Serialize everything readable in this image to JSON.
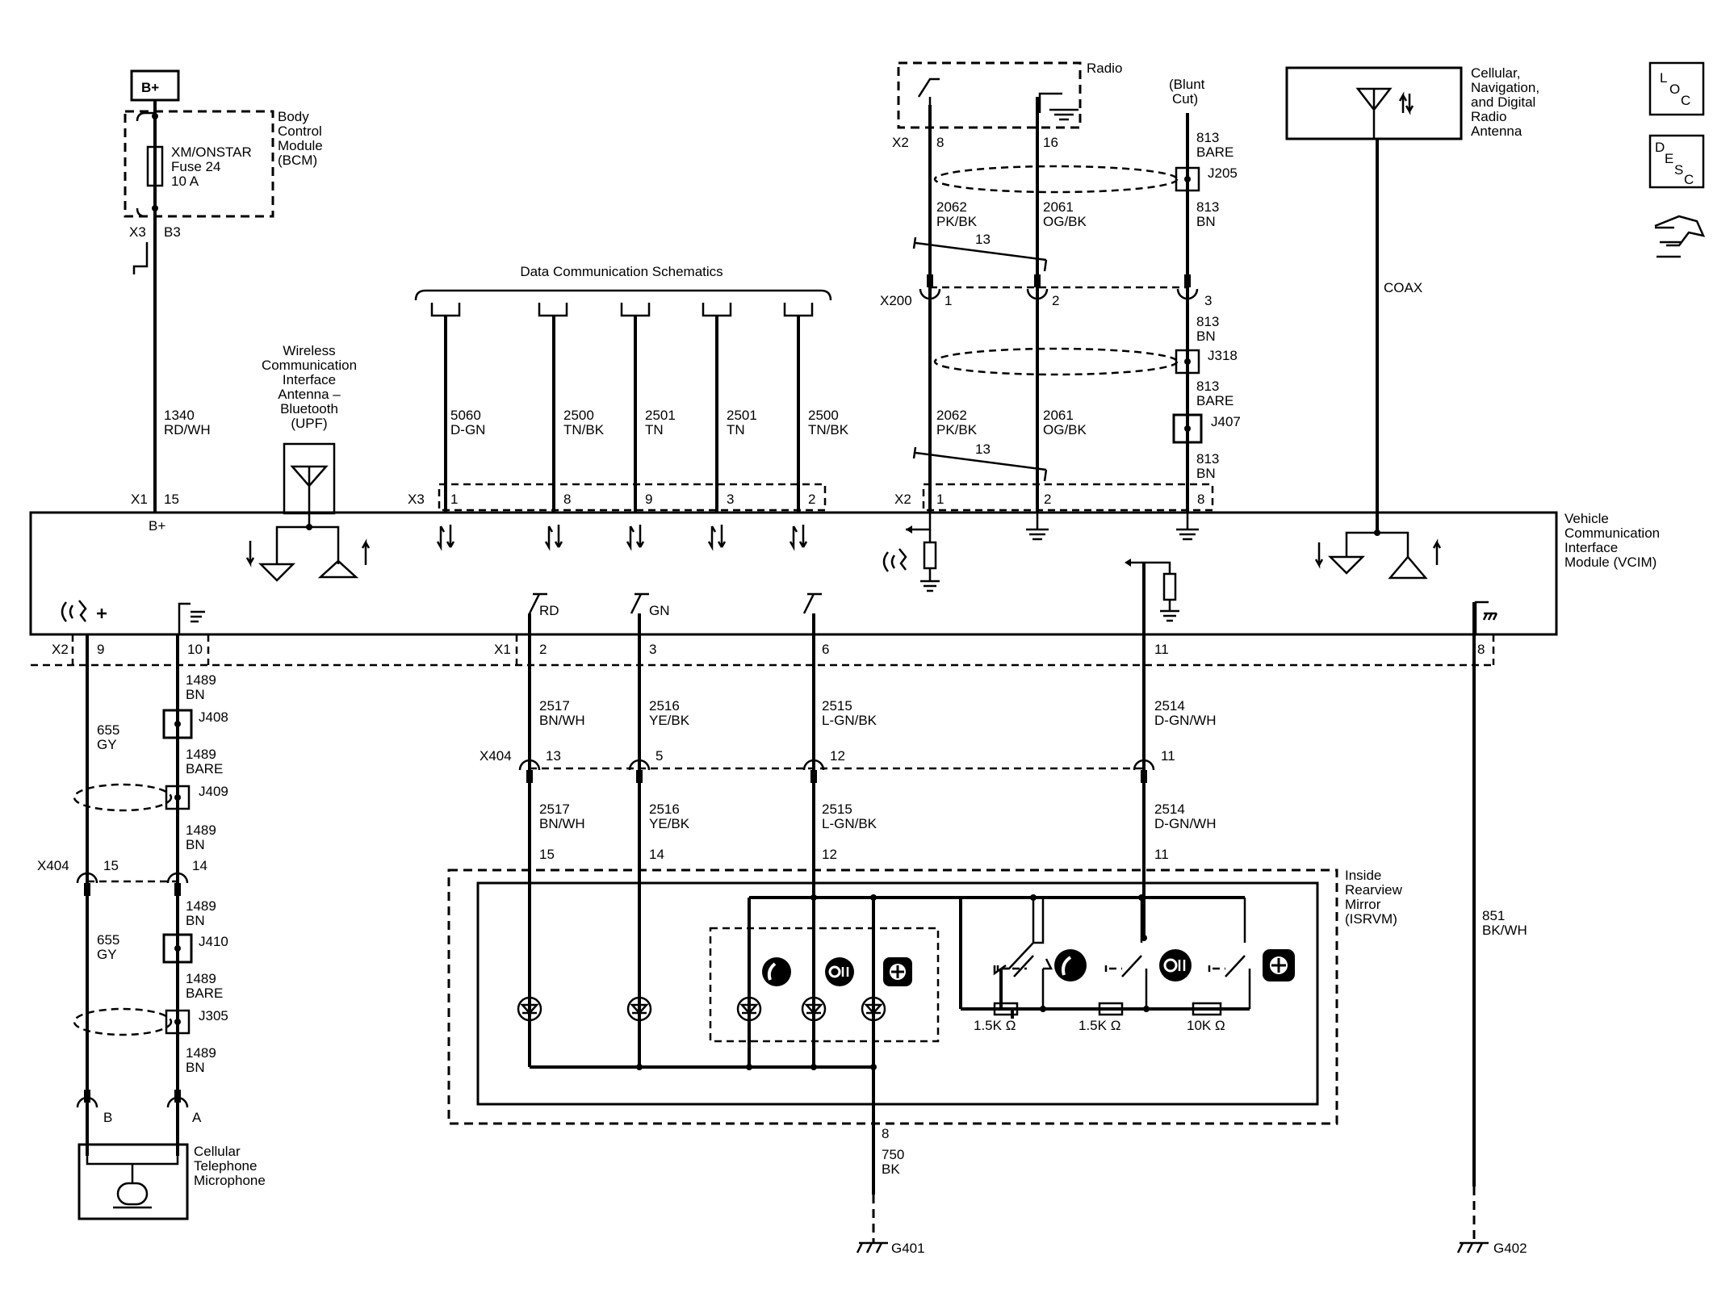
{
  "title_bplus": "B+",
  "bcm": {
    "name_lines": [
      "Body",
      "Control",
      "Module",
      "(BCM)"
    ],
    "fuse_lines": [
      "XM/ONSTAR",
      "Fuse 24",
      "10 A"
    ],
    "connector": "X3",
    "pin": "B3"
  },
  "radio": {
    "name": "Radio",
    "connector": "X2",
    "pins": [
      "8",
      "16"
    ],
    "blunt_cut": [
      "(Blunt",
      "Cut)"
    ]
  },
  "antenna": {
    "name_lines": [
      "Cellular,",
      "Navigation,",
      "and Digital",
      "Radio",
      "Antenna"
    ],
    "coax": "COAX"
  },
  "nav_icons": {
    "loc": [
      "L",
      "O",
      "C"
    ],
    "desc": [
      "D",
      "E",
      "S",
      "C"
    ]
  },
  "wireless_antenna": {
    "name_lines": [
      "Wireless",
      "Communication",
      "Interface",
      "Antenna –",
      "Bluetooth",
      "(UPF)"
    ]
  },
  "data_comm": {
    "title": "Data Communication Schematics",
    "wires": [
      {
        "circuit": "5060",
        "color": "D-GN",
        "pin": "1"
      },
      {
        "circuit": "2500",
        "color": "TN/BK",
        "pin": "8"
      },
      {
        "circuit": "2501",
        "color": "TN",
        "pin": "9"
      },
      {
        "circuit": "2501",
        "color": "TN",
        "pin": "3"
      },
      {
        "circuit": "2500",
        "color": "TN/BK",
        "pin": "2"
      }
    ],
    "connector": "X3"
  },
  "power_wire": {
    "circuit": "1340",
    "color": "RD/WH",
    "connector": "X1",
    "pin": "15",
    "label": "B+"
  },
  "radio_wires": {
    "upper": [
      {
        "circuit": "2062",
        "color": "PK/BK"
      },
      {
        "circuit": "2061",
        "color": "OG/BK"
      }
    ],
    "twist": "13",
    "x200": "X200",
    "x200_pins": [
      "1",
      "2",
      "3"
    ],
    "lower": [
      {
        "circuit": "2062",
        "color": "PK/BK"
      },
      {
        "circuit": "2061",
        "color": "OG/BK"
      }
    ],
    "twist_lower": "13",
    "vcim_connector": "X2",
    "vcim_pins": [
      "1",
      "2",
      "8"
    ]
  },
  "drain": {
    "segments": [
      {
        "circuit": "813",
        "color": "BARE"
      },
      {
        "circuit": "813",
        "color": "BN"
      },
      {
        "circuit": "813",
        "color": "BN"
      },
      {
        "circuit": "813",
        "color": "BARE"
      },
      {
        "circuit": "813",
        "color": "BN"
      }
    ],
    "splices": [
      "J205",
      "J318",
      "J407"
    ]
  },
  "vcim": {
    "name_lines": [
      "Vehicle",
      "Communication",
      "Interface",
      "Module (VCIM)"
    ],
    "switch_labels": [
      "RD",
      "GN"
    ]
  },
  "mic_side": {
    "connector": "X2",
    "pins": [
      "9",
      "10"
    ],
    "wire_a": [
      {
        "circuit": "655",
        "color": "GY"
      },
      {
        "circuit": "655",
        "color": "GY"
      }
    ],
    "wire_b": [
      {
        "circuit": "1489",
        "color": "BN"
      },
      {
        "circuit": "1489",
        "color": "BARE"
      },
      {
        "circuit": "1489",
        "color": "BN"
      },
      {
        "circuit": "1489",
        "color": "BN"
      },
      {
        "circuit": "1489",
        "color": "BARE"
      },
      {
        "circuit": "1489",
        "color": "BN"
      }
    ],
    "splices": [
      "J408",
      "J409",
      "J410",
      "J305"
    ],
    "x404": "X404",
    "x404_pins": [
      "15",
      "14"
    ],
    "mic_pins": [
      "B",
      "A"
    ],
    "mic_name": [
      "Cellular",
      "Telephone",
      "Microphone"
    ]
  },
  "mirror_wires": {
    "connector": "X1",
    "vcim_pins": [
      "2",
      "3",
      "6",
      "11",
      "8"
    ],
    "upper": [
      {
        "circuit": "2517",
        "color": "BN/WH"
      },
      {
        "circuit": "2516",
        "color": "YE/BK"
      },
      {
        "circuit": "2515",
        "color": "L-GN/BK"
      },
      {
        "circuit": "2514",
        "color": "D-GN/WH"
      }
    ],
    "x404": "X404",
    "x404_pins": [
      "13",
      "5",
      "12",
      "11"
    ],
    "lower": [
      {
        "circuit": "2517",
        "color": "BN/WH"
      },
      {
        "circuit": "2516",
        "color": "YE/BK"
      },
      {
        "circuit": "2515",
        "color": "L-GN/BK"
      },
      {
        "circuit": "2514",
        "color": "D-GN/WH"
      }
    ],
    "mirror_pins": [
      "15",
      "14",
      "12",
      "11"
    ]
  },
  "mirror": {
    "name_lines": [
      "Inside",
      "Rearview",
      "Mirror",
      "(ISRVM)"
    ],
    "resistors": [
      "1.5K Ω",
      "1.5K Ω",
      "10K Ω"
    ],
    "ground_pin": "8",
    "ground_wire": {
      "circuit": "750",
      "color": "BK"
    },
    "ground": "G401"
  },
  "ground_right": {
    "circuit": "851",
    "color": "BK/WH",
    "ground": "G402"
  }
}
